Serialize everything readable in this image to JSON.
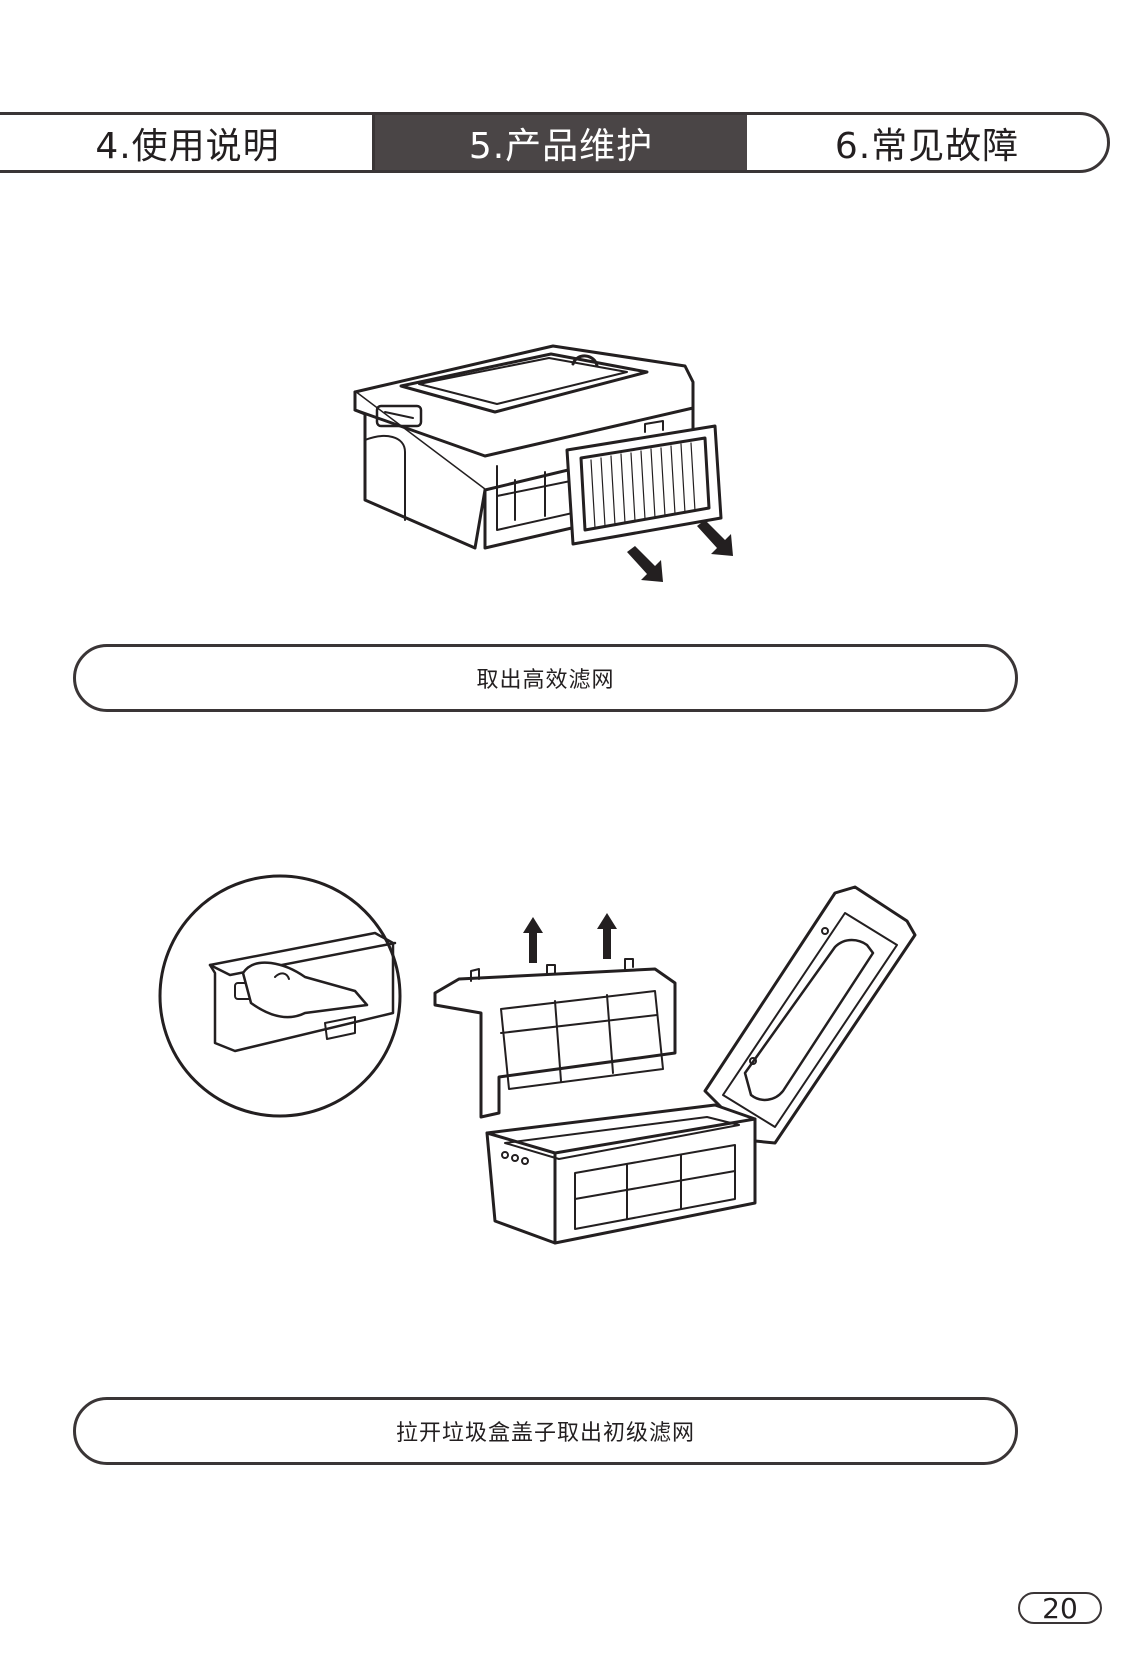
{
  "tabs": [
    {
      "label": "4.使用说明",
      "active": false
    },
    {
      "label": "5.产品维护",
      "active": true
    },
    {
      "label": "6.常见故障",
      "active": false
    }
  ],
  "steps": [
    {
      "caption": "取出高效滤网"
    },
    {
      "caption": "拉开垃圾盒盖子取出初级滤网"
    }
  ],
  "page_number": "20",
  "colors": {
    "line": "#231f20",
    "active_tab_bg": "#4a4546",
    "active_tab_text": "#ffffff"
  }
}
